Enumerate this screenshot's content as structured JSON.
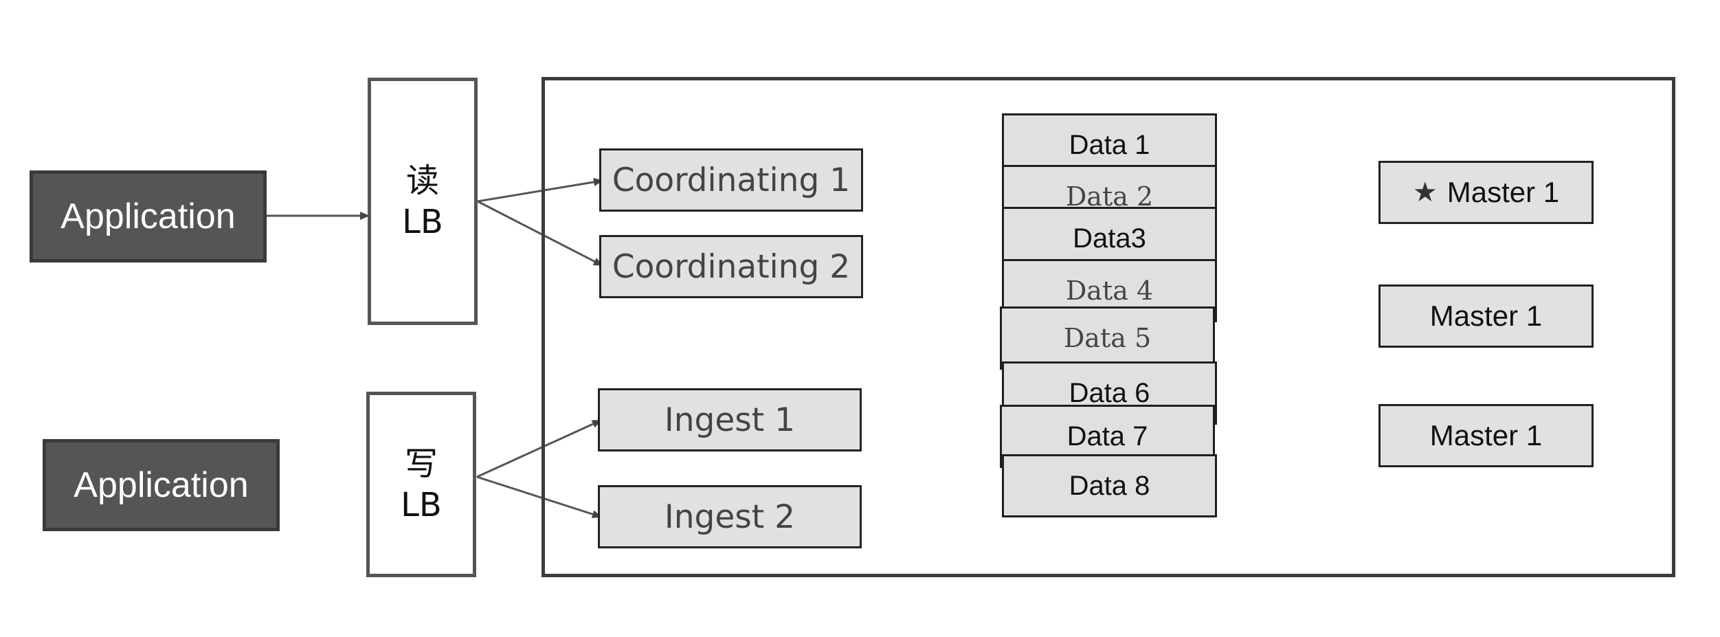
{
  "applications": {
    "read_app": "Application",
    "write_app": "Application"
  },
  "load_balancers": {
    "read": {
      "cn": "读",
      "en": "LB"
    },
    "write": {
      "cn": "写",
      "en": "LB"
    }
  },
  "coordinating": [
    "Coordinating 1",
    "Coordinating 2"
  ],
  "ingest": [
    "Ingest 1",
    "Ingest 2"
  ],
  "data_nodes": [
    "Data 1",
    "Data 2",
    "Data3",
    "Data 4",
    "Data 5",
    "Data 6",
    "Data 7",
    "Data 8"
  ],
  "masters": [
    {
      "label": "Master 1",
      "icon": "star-icon"
    },
    {
      "label": "Master 1"
    },
    {
      "label": "Master 1"
    }
  ],
  "colors": {
    "application_fill": "#555555",
    "node_fill": "#e1e1e1",
    "border": "#222222"
  }
}
